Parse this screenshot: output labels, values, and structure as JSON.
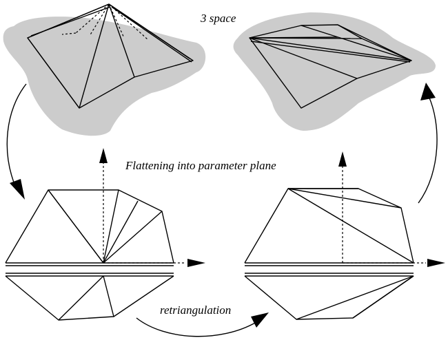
{
  "labels": {
    "space": "3 space",
    "flatten": "Flattening into parameter plane",
    "retri": "retriangulation"
  },
  "colors": {
    "shadow": "#cccccc",
    "stroke": "#000000",
    "background": "#ffffff"
  }
}
